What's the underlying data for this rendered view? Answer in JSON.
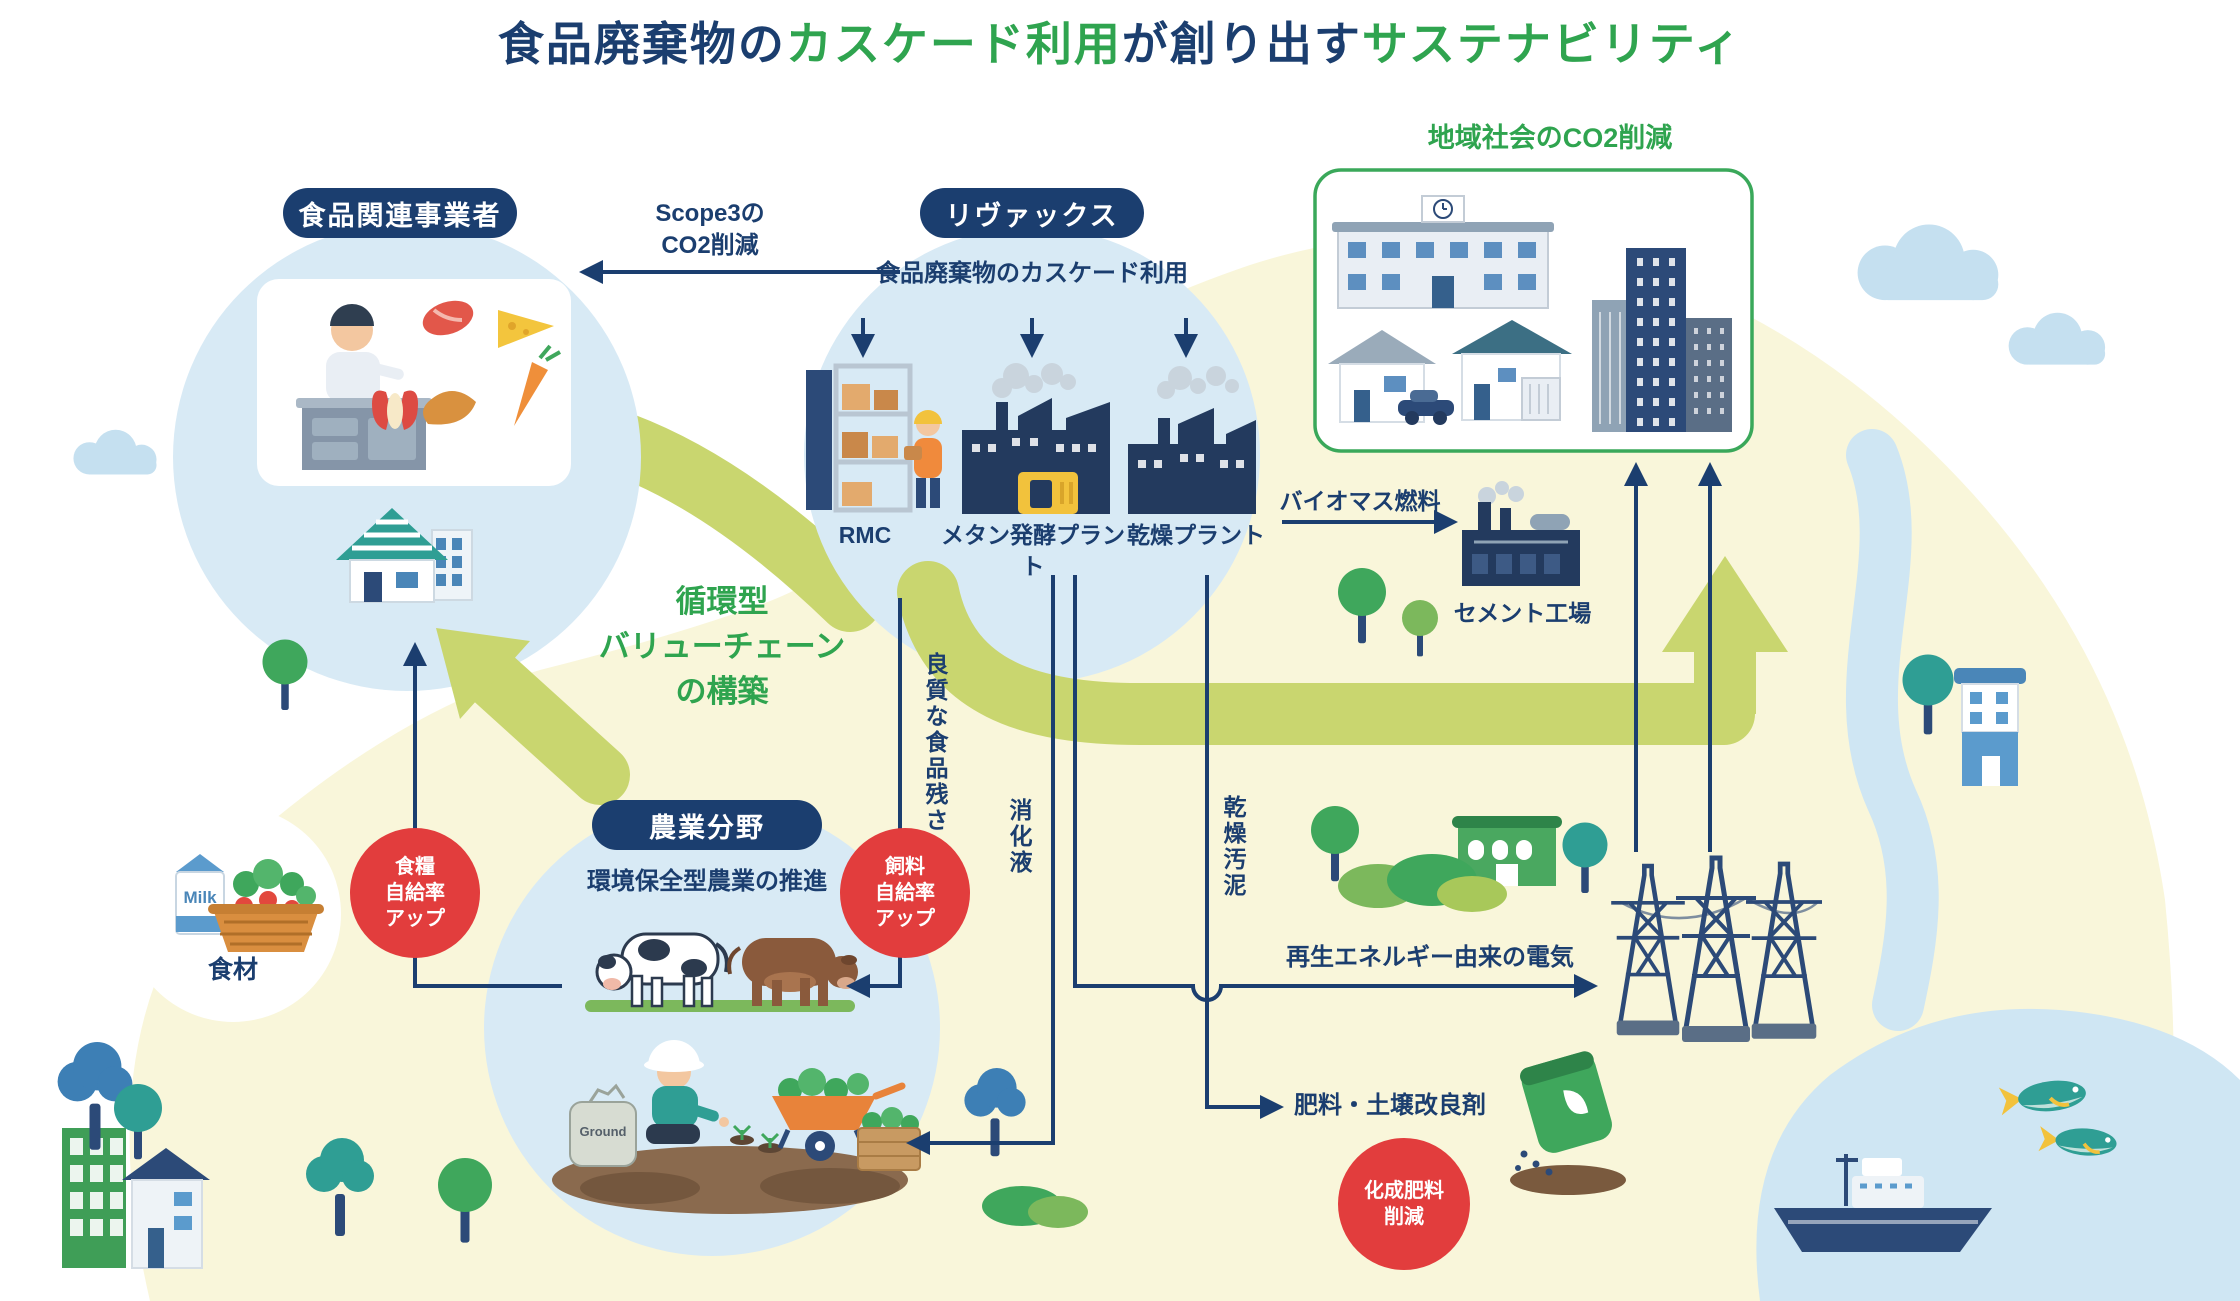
{
  "title": {
    "part1": "食品廃棄物の",
    "part2": "カスケード利用",
    "part3": "が創り出す",
    "part4": "サステナビリティ"
  },
  "pills": {
    "food_business": "食品関連事業者",
    "revacs": "リヴァックス",
    "agriculture": "農業分野"
  },
  "labels": {
    "cascade_use": "食品廃棄物のカスケード利用",
    "scope3": "Scope3の\nCO2削減",
    "community_co2": "地域社会のCO2削減",
    "rmc": "RMC",
    "methane_plant": "メタン発酵プラント",
    "drying_plant": "乾燥プラント",
    "biomass_fuel": "バイオマス燃料",
    "cement_factory": "セメント工場",
    "value_chain": "循環型\nバリューチェーン\nの構築",
    "eco_agriculture": "環境保全型農業の推進",
    "ingredients": "食材",
    "quality_residue": "良質な食品残さ",
    "digestive_fluid": "消化液",
    "dried_sludge": "乾燥汚泥",
    "renewable_electricity": "再生エネルギー由来の電気",
    "fertilizer": "肥料・土壌改良剤",
    "milk_carton": "Milk",
    "ground_sack": "Ground"
  },
  "badges": {
    "food_self_sufficiency": "食糧\n自給率\nアップ",
    "feed_self_sufficiency": "飼料\n自給率\nアップ",
    "chemical_fertilizer_reduction": "化成肥料\n削減"
  },
  "colors": {
    "navy": "#1b3e6f",
    "green_text": "#2fa44f",
    "band_green": "#c9d66f",
    "cream": "#f9f6da",
    "circle_blue": "#d8eaf5",
    "badge_red": "#e23d3d",
    "box_border_green": "#3aa85a"
  }
}
